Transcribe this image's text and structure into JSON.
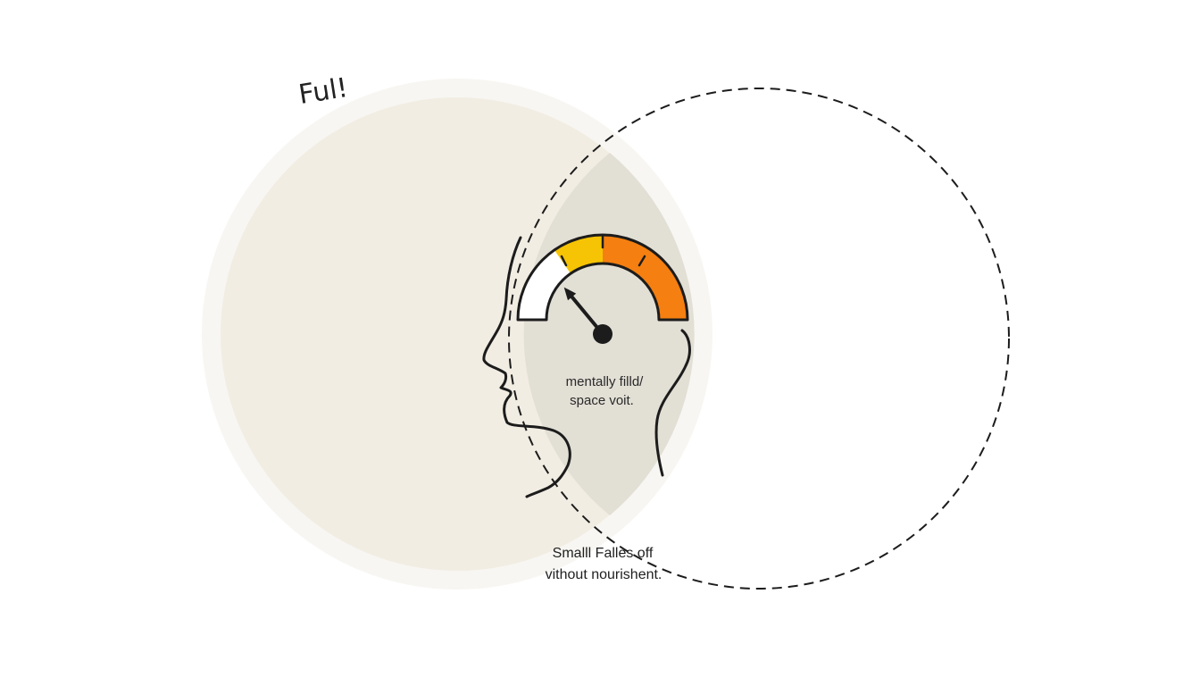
{
  "labels": {
    "corner_note": "Ful!",
    "head_caption_line1": "mentally filld/",
    "head_caption_line2": "space voit.",
    "bottom_caption_line1": "Smalll Falles off",
    "bottom_caption_line2": "vithout nourishent."
  },
  "gauge": {
    "needle_level": 0.28,
    "segments": [
      "white",
      "yellow",
      "orange"
    ]
  },
  "colors": {
    "filled_circle": "#f2ede3",
    "overlap": "#e2dfd5",
    "gauge_yellow": "#f6c404",
    "gauge_orange": "#f57f10",
    "line": "#1c1c1c"
  }
}
